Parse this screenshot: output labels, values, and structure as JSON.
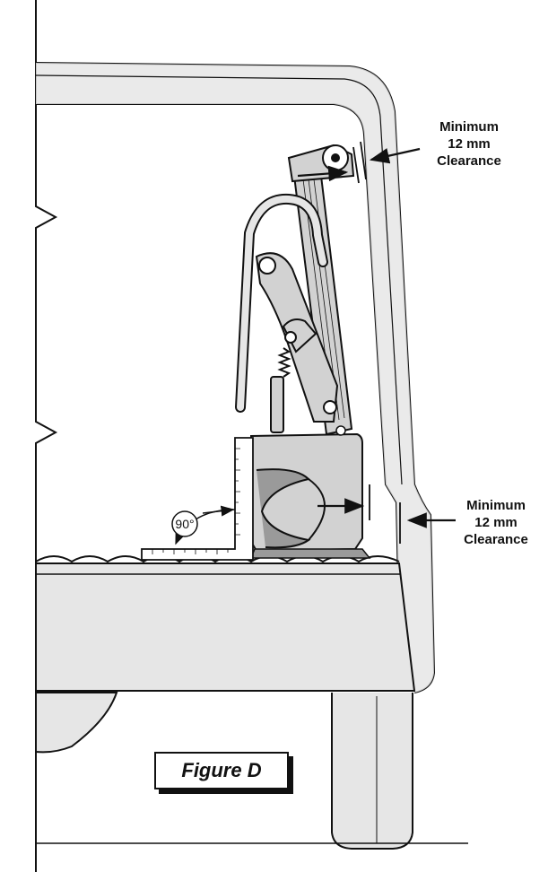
{
  "figure": {
    "label": "Figure D"
  },
  "callouts": {
    "top": {
      "line1": "Minimum",
      "line2": "12 mm",
      "line3": "Clearance"
    },
    "bottom": {
      "line1": "Minimum",
      "line2": "12 mm",
      "line3": "Clearance"
    }
  },
  "angle": {
    "label": "90°"
  },
  "colors": {
    "line": "#111111",
    "fill_light": "#e6e6e6",
    "fill_mid": "#d2d2d2",
    "fill_dark": "#9a9a9a"
  }
}
